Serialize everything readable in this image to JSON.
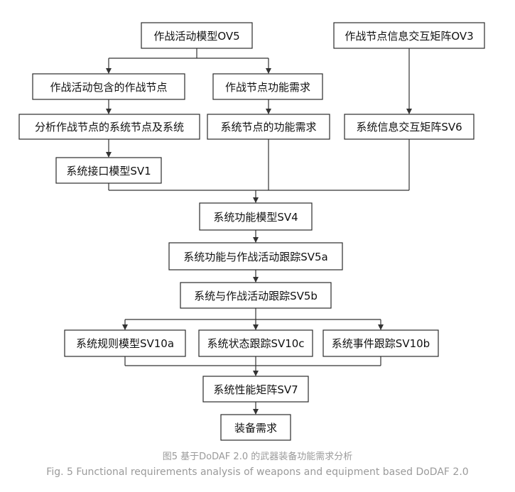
{
  "nodes": {
    "ov5": "作战活动模型OV5",
    "ov3": "作战节点信息交互矩阵OV3",
    "ops_nodes": "作战活动包含的作战节点",
    "ops_func": "作战节点功能需求",
    "analysis": "分析作战节点的系统节点及系统",
    "sys_node_func": "系统节点的功能需求",
    "sv6": "系统信息交互矩阵SV6",
    "sv1": "系统接口模型SV1",
    "sv4": "系统功能模型SV4",
    "sv5a": "系统功能与作战活动跟踪SV5a",
    "sv5b": "系统与作战活动跟踪SV5b",
    "sv10a": "系统规则模型SV10a",
    "sv10c": "系统状态跟踪SV10c",
    "sv10b": "系统事件跟踪SV10b",
    "sv7": "系统性能矩阵SV7",
    "equip": "装备需求"
  },
  "caption": {
    "cn": "图5 基于DoDAF 2.0 的武器装备功能需求分析",
    "en": "Fig. 5 Functional requirements analysis of weapons and equipment based DoDAF 2.0"
  }
}
